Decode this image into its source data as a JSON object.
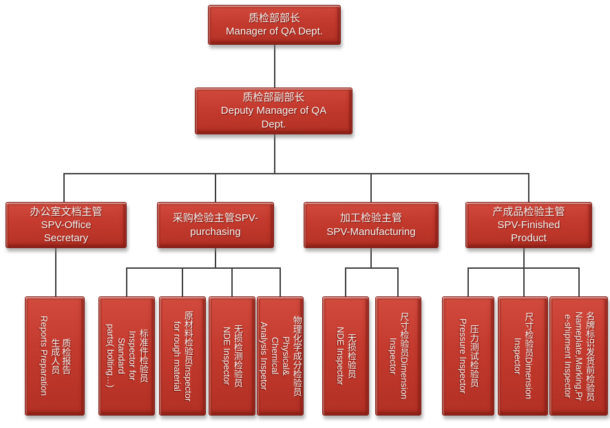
{
  "org_chart": {
    "title": "QA Department Organization Chart",
    "colors": {
      "node_fill": "#c0392b",
      "node_fill_light": "#d24b3f",
      "node_fill_dark": "#b23024",
      "node_border": "#7e1d15",
      "node_text": "#f7f3f0",
      "connector": "#3f3f3f",
      "background": "#ffffff"
    },
    "level1": {
      "label": "质检部部长\nManager of QA Dept."
    },
    "level2": {
      "label": "质检部副部长\nDeputy Manager of QA\nDept."
    },
    "supervisors": [
      {
        "id": "office",
        "label": "办公室文档主管\nSPV-Office\nSecretary"
      },
      {
        "id": "purchasing",
        "label": "采购检验主管SPV-\npurchasing"
      },
      {
        "id": "manufacturing",
        "label": "加工检验主管\nSPV-Manufacturing"
      },
      {
        "id": "finished",
        "label": "产成品检验主管\nSPV-Finished\nProduct"
      }
    ],
    "staff": [
      {
        "group": "office",
        "label": "质检报告\n生成人员\nReports Preparation"
      },
      {
        "group": "purchasing",
        "label": "标准件检验员\nInspector for\nStandard\nparts( bolting…)"
      },
      {
        "group": "purchasing",
        "label": "原材料检验员Inspector\nfor rough material"
      },
      {
        "group": "purchasing",
        "label": "无损检测检验员\nNDE Inspector"
      },
      {
        "group": "purchasing",
        "label": "物理化学成分检验员\nPhysical&\nChemical\nAnalysis Inspetor"
      },
      {
        "group": "manufacturing",
        "label": "无损检验员\nNDE Inspector"
      },
      {
        "group": "manufacturing",
        "label": "尺寸检验员Dimension\nInspector"
      },
      {
        "group": "finished",
        "label": "压力测试检验员\nPressure Inspector"
      },
      {
        "group": "finished",
        "label": "尺寸检验员Dimension\nInspector"
      },
      {
        "group": "finished",
        "label": "名牌标识发货前检验员\nNameplate,Marking,Pr\ne-shipment Inspector"
      }
    ]
  }
}
